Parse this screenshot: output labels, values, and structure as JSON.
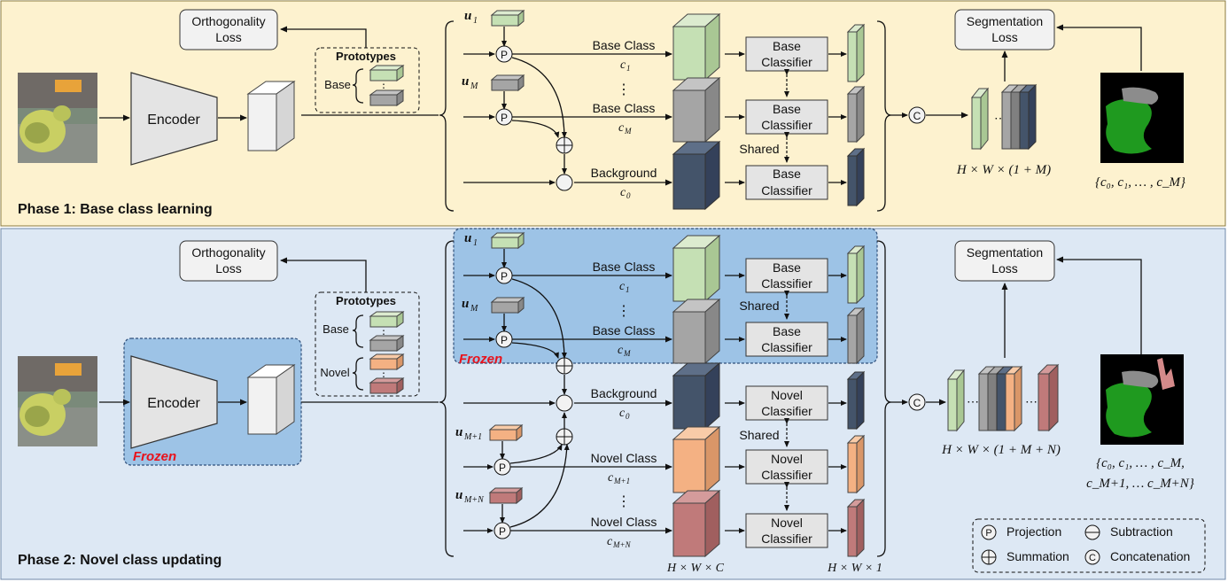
{
  "phase1": {
    "title": "Phase 1: Base class learning",
    "orth_loss": [
      "Orthogonality",
      "Loss"
    ],
    "encoder": "Encoder",
    "prototypes_title": "Prototypes",
    "base_label": "Base",
    "u1": "u",
    "u1_sub": "1",
    "uM": "u",
    "uM_sub": "M",
    "rows": [
      {
        "label": "Base Class",
        "sub": "c",
        "subsub": "1",
        "classifier": [
          "Base",
          "Classifier"
        ]
      },
      {
        "label": "Base Class",
        "sub": "c",
        "subsub": "M",
        "classifier": [
          "Base",
          "Classifier"
        ]
      },
      {
        "label": "Background",
        "sub": "c",
        "subsub": "0",
        "classifier": [
          "Base",
          "Classifier"
        ]
      }
    ],
    "shared": "Shared",
    "seg_loss": [
      "Segmentation",
      "Loss"
    ],
    "output_dims": "H × W × (1 + M)",
    "label_set": "{c₀, c₁, … , c_M}"
  },
  "phase2": {
    "title": "Phase 2: Novel class updating",
    "orth_loss": [
      "Orthogonality",
      "Loss"
    ],
    "encoder": "Encoder",
    "frozen": "Frozen",
    "prototypes_title": "Prototypes",
    "base_label": "Base",
    "novel_label": "Novel",
    "rows": [
      {
        "label": "Base Class",
        "sub": "c",
        "subsub": "1",
        "classifier": [
          "Base",
          "Classifier"
        ]
      },
      {
        "label": "Base Class",
        "sub": "c",
        "subsub": "M",
        "classifier": [
          "Base",
          "Classifier"
        ]
      },
      {
        "label": "Background",
        "sub": "c",
        "subsub": "0",
        "classifier": [
          "Novel",
          "Classifier"
        ]
      },
      {
        "label": "Novel Class",
        "sub": "c",
        "subsub": "M+1",
        "classifier": [
          "Novel",
          "Classifier"
        ]
      },
      {
        "label": "Novel Class",
        "sub": "c",
        "subsub": "M+N",
        "classifier": [
          "Novel",
          "Classifier"
        ]
      }
    ],
    "shared": "Shared",
    "seg_loss": [
      "Segmentation",
      "Loss"
    ],
    "output_dims": "H × W × (1 + M + N)",
    "label_set_line1": "{c₀, c₁, … , c_M,",
    "label_set_line2": "c_M+1, … c_M+N}",
    "hwc": "H × W × C",
    "hw1": "H × W × 1"
  },
  "legend": {
    "projection": "Projection",
    "subtraction": "Subtraction",
    "summation": "Summation",
    "concatenation": "Concatenation",
    "p_symbol": "P",
    "c_symbol": "C"
  },
  "colors": {
    "phase1_bg": "#fdf2cf",
    "phase2_bg": "#dde8f4",
    "frozen_bg": "#9dc3e6",
    "green": "#c5e0b4",
    "grey": "#a5a5a5",
    "navy": "#44546a",
    "orange": "#f4b183",
    "rose": "#c07a7a"
  }
}
